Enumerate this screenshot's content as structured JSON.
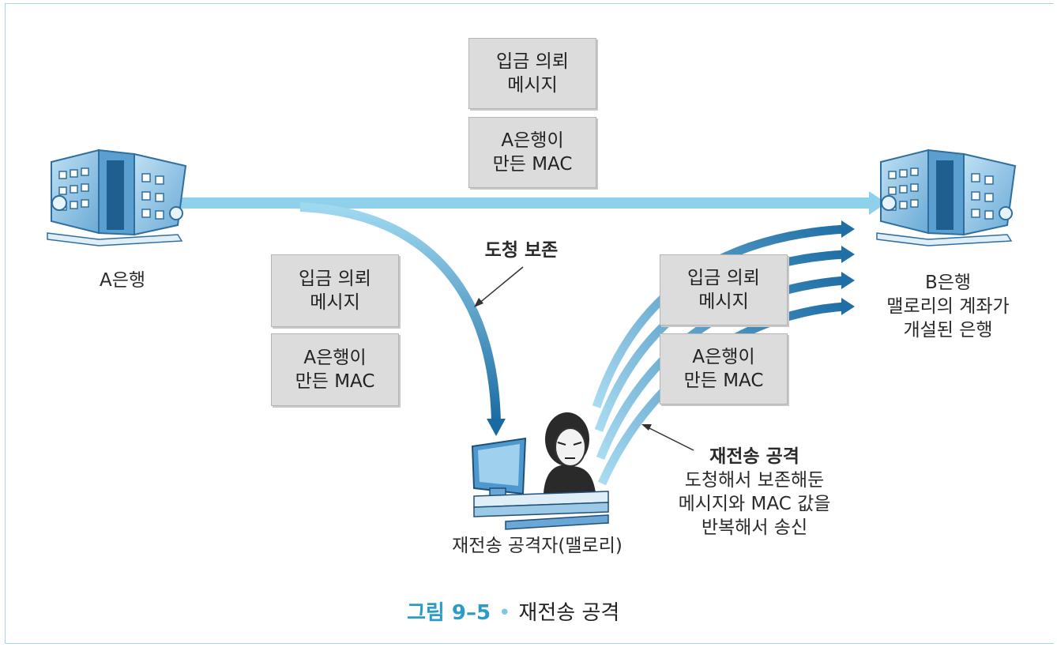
{
  "top_message": {
    "deposit_request": [
      "입금 의뢰",
      "메시지"
    ],
    "mac": [
      "A은행이",
      "만든 MAC"
    ]
  },
  "mid_message": {
    "deposit_request": [
      "입금 의뢰",
      "메시지"
    ],
    "mac": [
      "A은행이",
      "만든 MAC"
    ]
  },
  "replay_message": {
    "deposit_request": [
      "입금 의뢰",
      "메시지"
    ],
    "mac": [
      "A은행이",
      "만든 MAC"
    ]
  },
  "bank_a": {
    "label": "A은행"
  },
  "bank_b": {
    "lines": [
      "B은행",
      "맬로리의 계좌가",
      "개설된 은행"
    ]
  },
  "eavesdrop": {
    "label": "도청 보존"
  },
  "attacker": {
    "label": "재전송 공격자(맬로리)"
  },
  "replay_attack": {
    "title": "재전송 공격",
    "lines": [
      "도청해서 보존해둔",
      "메시지와 MAC 값을",
      "반복해서 송신"
    ]
  },
  "caption": {
    "number": "그림 9–5",
    "separator": "•",
    "title": "재전송 공격"
  },
  "colors": {
    "arrow_light": "#8fd0ec",
    "arrow_dark": "#1f72a6",
    "building": "#5b9fd0",
    "caption_accent": "#2b9bc8"
  },
  "icons": [
    "building-icon",
    "attacker-computer-icon",
    "arrow-icon"
  ]
}
